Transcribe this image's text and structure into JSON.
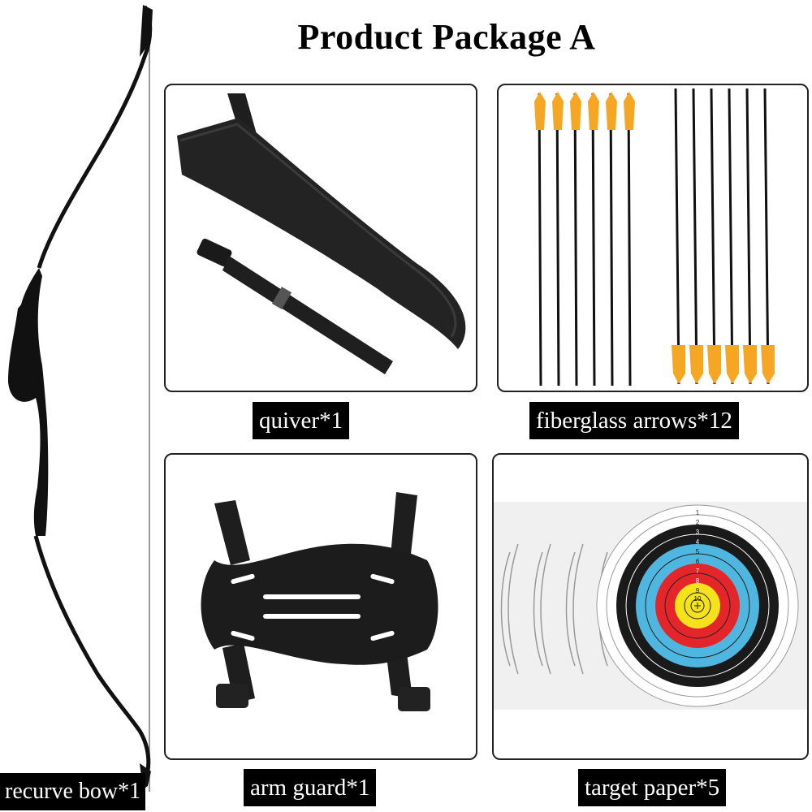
{
  "title": "Product Package A",
  "items": {
    "bow": {
      "label": "recurve bow*1"
    },
    "quiver": {
      "label": "quiver*1"
    },
    "arrows": {
      "label": "fiberglass arrows*12"
    },
    "armguard": {
      "label": "arm guard*1"
    },
    "target": {
      "label": "target paper*5"
    }
  },
  "target_rings": [
    "1",
    "2",
    "3",
    "4",
    "5",
    "6",
    "7",
    "8",
    "9",
    "10"
  ],
  "colors": {
    "label_bg": "#000000",
    "label_text": "#ffffff",
    "gear": "#1a1a1a",
    "fletching": "#f5a623",
    "target_blue": "#4fb6e0",
    "target_red": "#e4262b",
    "target_yellow": "#f4e21a"
  }
}
